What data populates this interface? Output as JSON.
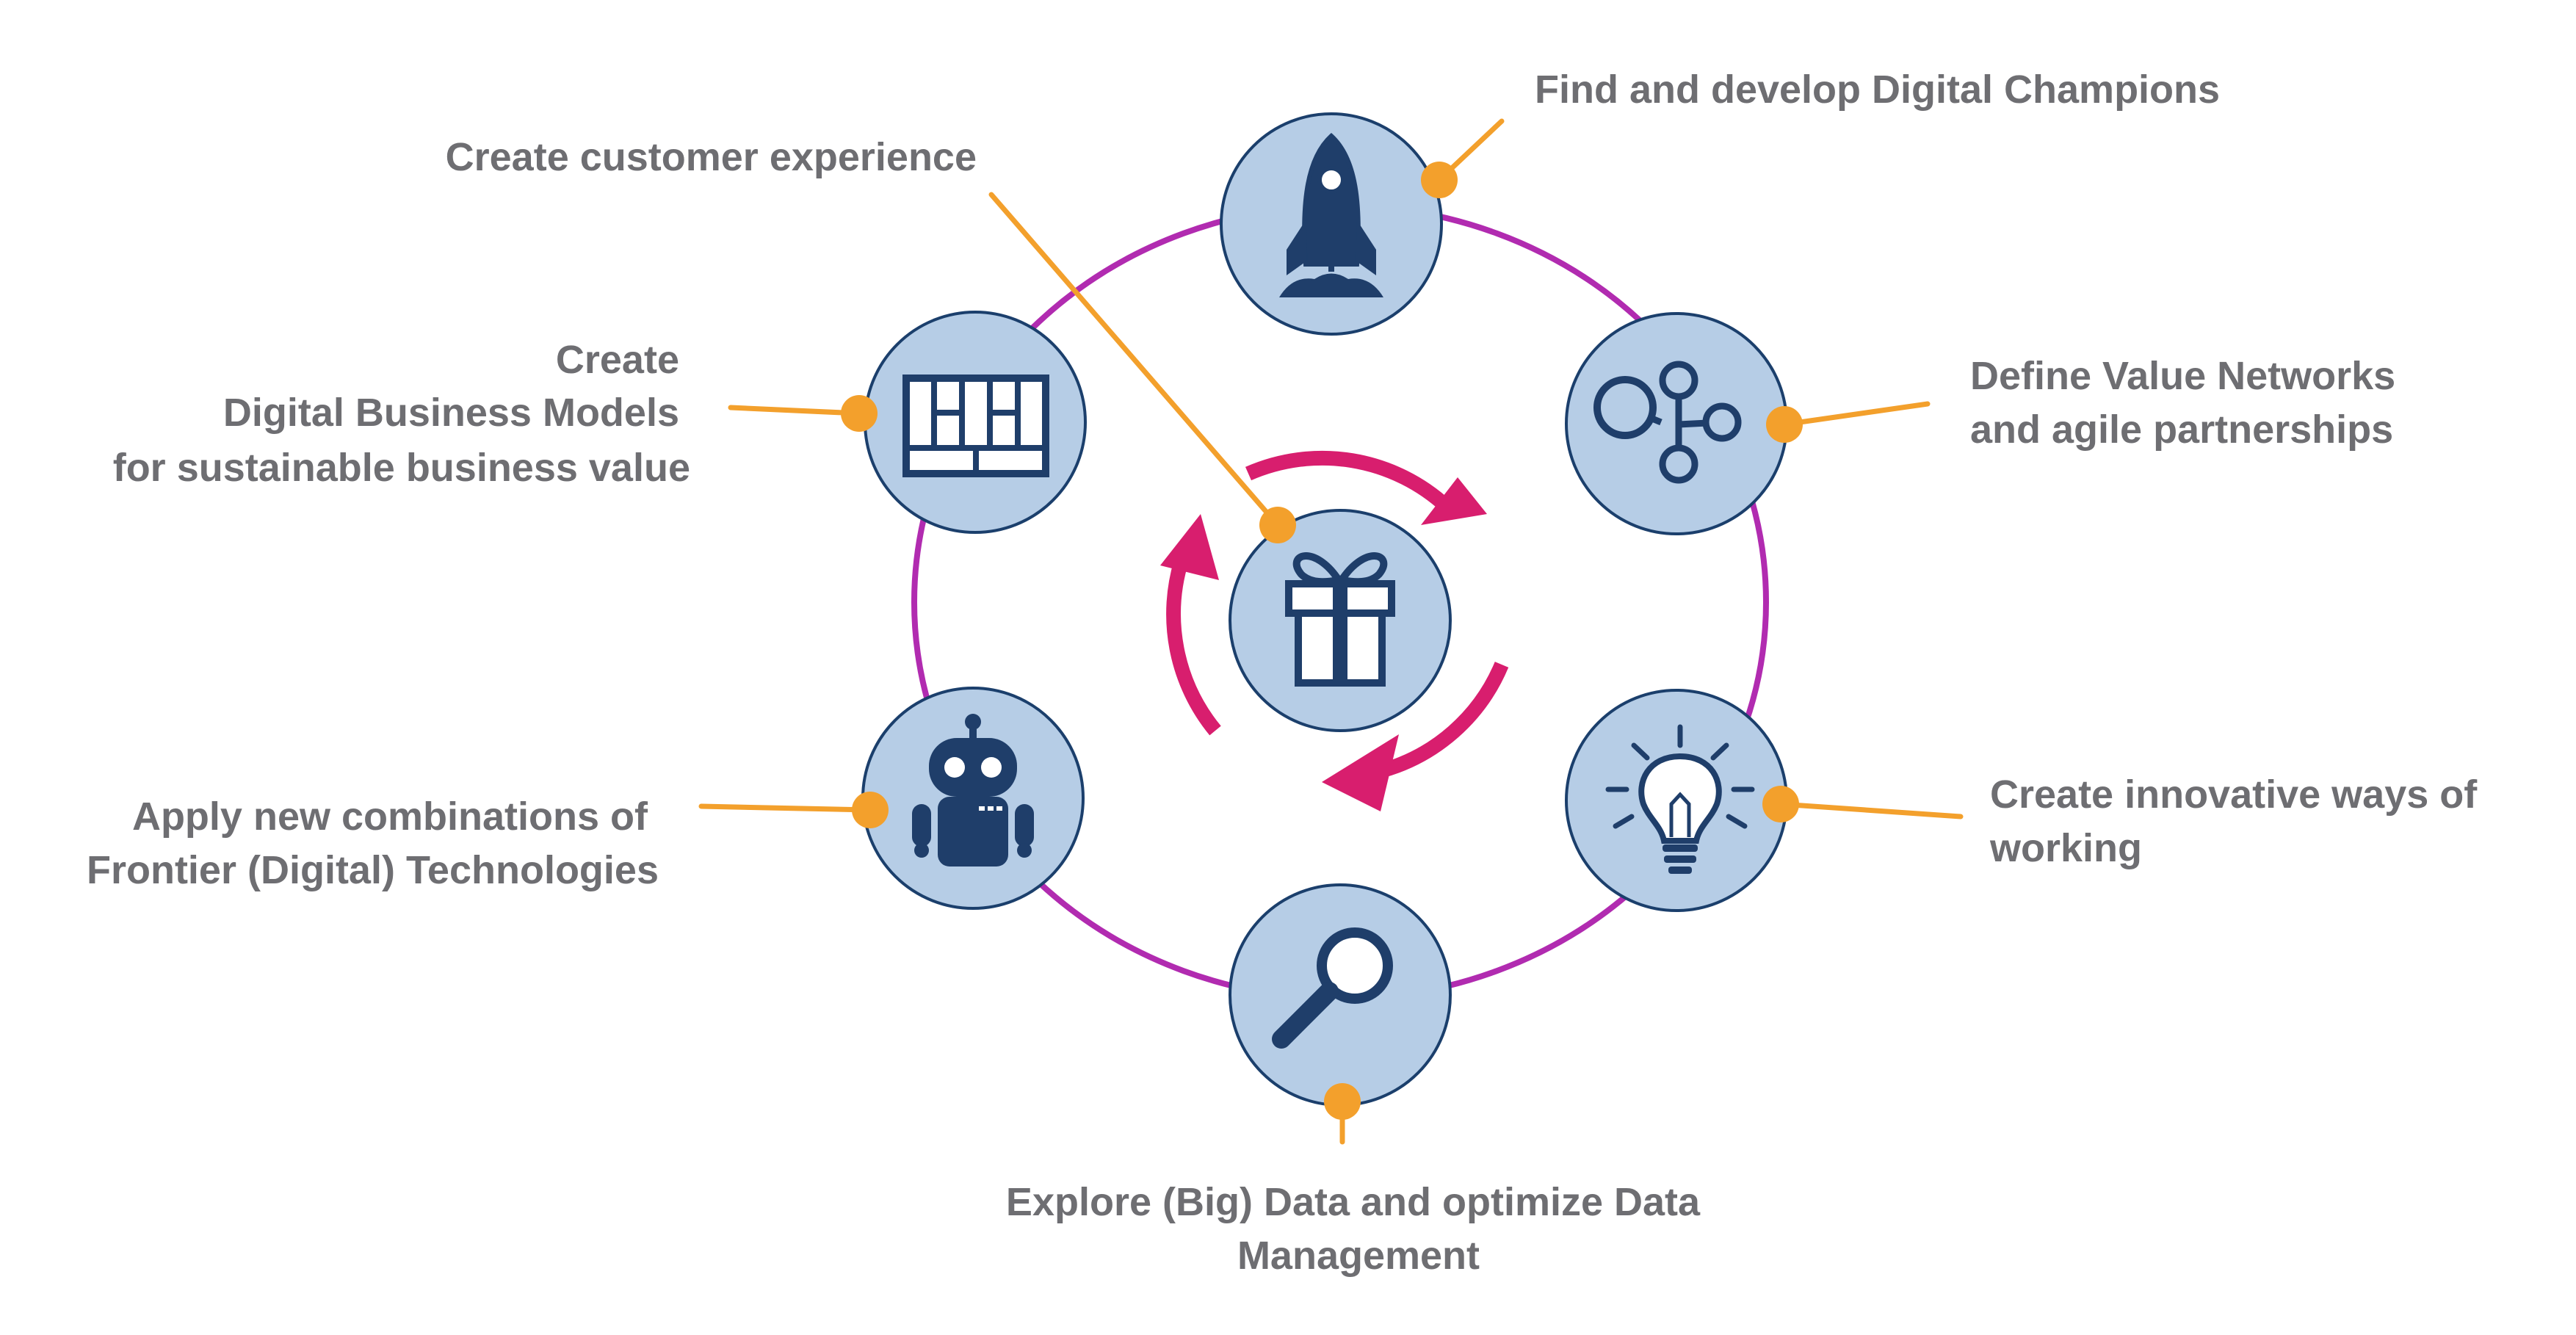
{
  "labels": {
    "customer_experience": "Create customer experience",
    "digital_champions": "Find and develop Digital Champions",
    "business_models": [
      "Create",
      "Digital Business Models",
      "for sustainable business value"
    ],
    "value_networks": [
      "Define Value Networks",
      "and agile partnerships"
    ],
    "frontier_tech": [
      "Apply new combinations of",
      "Frontier (Digital) Technologies"
    ],
    "innovative_ways": [
      "Create innovative ways of",
      "working"
    ],
    "big_data": [
      "Explore (Big) Data and optimize Data",
      "Management"
    ]
  },
  "icons": {
    "top": "rocket-icon",
    "upper_left": "business-model-canvas-icon",
    "upper_right": "network-nodes-icon",
    "center": "gift-icon",
    "lower_left": "robot-icon",
    "lower_right": "lightbulb-icon",
    "bottom": "magnifier-icon"
  },
  "colors": {
    "ring": "#b12bb0",
    "node_fill": "#b6cde6",
    "node_stroke": "#1b3f6c",
    "icon": "#1f3e6a",
    "leader": "#f3a02c",
    "cycle_arrows": "#d81e6e",
    "label_text": "#6e6e72"
  }
}
